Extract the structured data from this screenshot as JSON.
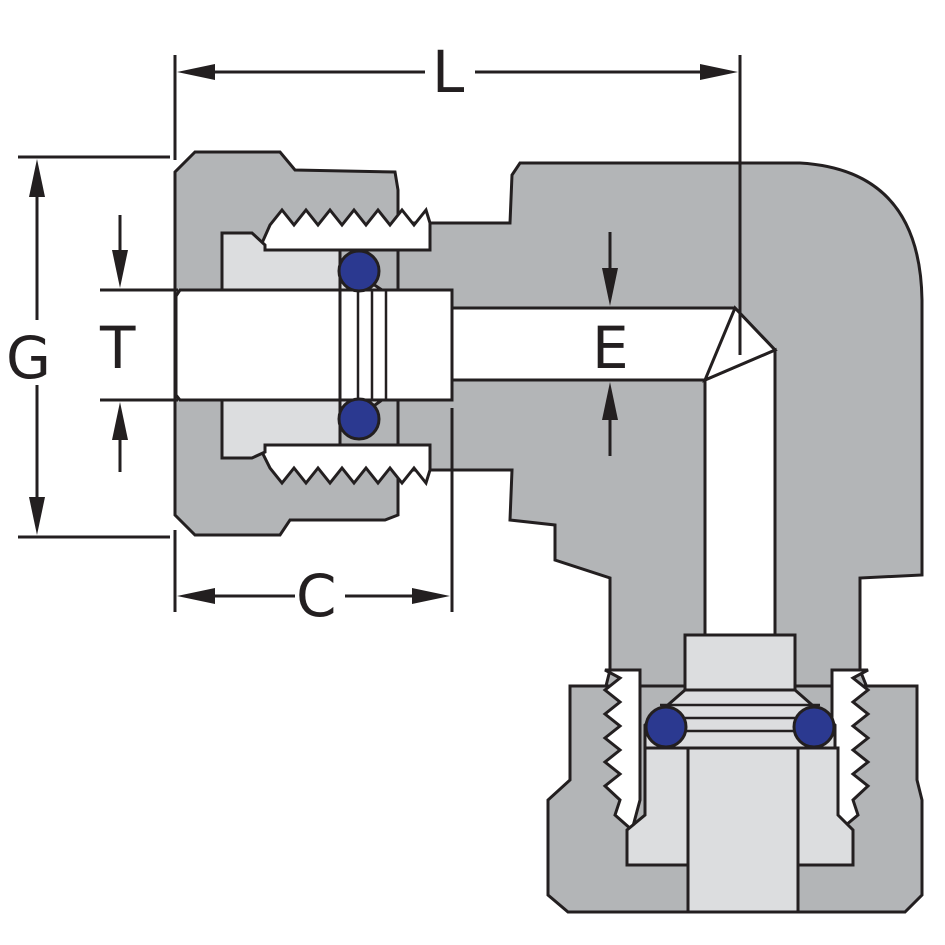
{
  "diagram": {
    "labels": {
      "L": "L",
      "G": "G",
      "T": "T",
      "E": "E",
      "C": "C"
    },
    "colors": {
      "body": "#b3b5b7",
      "nut": "#dcdddf",
      "bore": "#ffffff",
      "oring": "#2b3990",
      "outline": "#231f20"
    }
  }
}
